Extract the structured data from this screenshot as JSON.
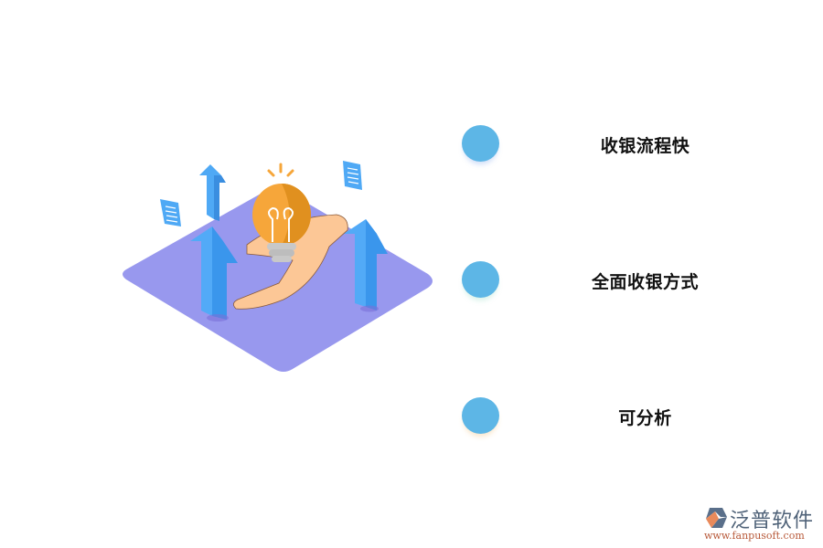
{
  "features": [
    {
      "label": "收银流程快",
      "dot_color": "#5db6e6"
    },
    {
      "label": "全面收银方式",
      "dot_color": "#5db6e6"
    },
    {
      "label": "可分析",
      "dot_color": "#5db6e6"
    }
  ],
  "illustration": {
    "platform_color": "#9898ee",
    "arrow_color": "#4fa9f5",
    "bulb_color": "#f6a63a",
    "hand_color": "#fcc796"
  },
  "logo": {
    "brand": "泛普软件",
    "url": "www.fanpusoft.com"
  }
}
